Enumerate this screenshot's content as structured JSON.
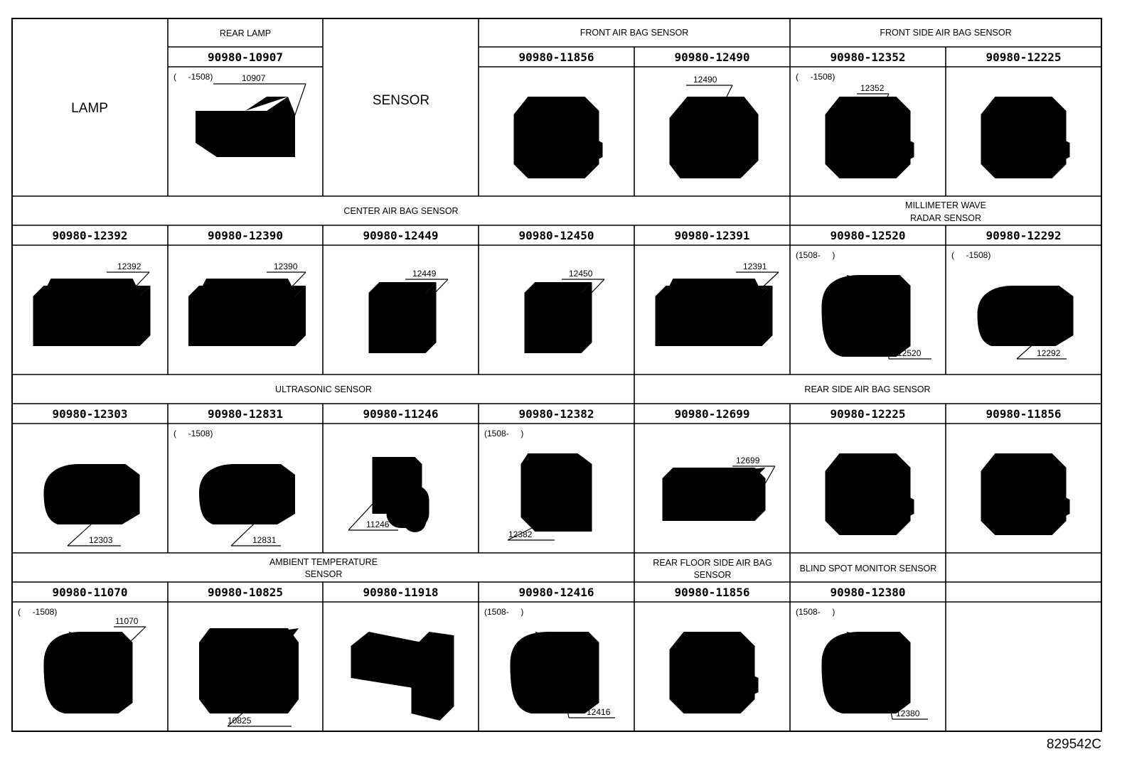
{
  "diagram_id": "829542C",
  "rows": [
    {
      "sections": [
        {
          "title": "LAMP",
          "style": "big"
        },
        {
          "title": "REAR LAMP",
          "style": "small"
        },
        {
          "title": "SENSOR",
          "style": "big"
        },
        {
          "title": "FRONT AIR BAG SENSOR",
          "style": "small"
        },
        {
          "title": "FRONT SIDE AIR BAG SENSOR",
          "style": "small"
        }
      ],
      "cells": [
        {
          "part": "",
          "callout": "",
          "note": ""
        },
        {
          "part": "90980-10907",
          "callout": "10907",
          "note": "(     -1508)"
        },
        {
          "part": "",
          "callout": "",
          "note": ""
        },
        {
          "part": "90980-11856",
          "callout": "",
          "note": ""
        },
        {
          "part": "90980-12490",
          "callout": "12490",
          "note": ""
        },
        {
          "part": "90980-12352",
          "callout": "12352",
          "note": "(     -1508)"
        },
        {
          "part": "90980-12225",
          "callout": "",
          "note": ""
        }
      ]
    },
    {
      "sections": [
        {
          "title": "CENTER AIR BAG SENSOR",
          "style": "small"
        },
        {
          "title": "MILLIMETER WAVE RADAR SENSOR",
          "style": "small"
        }
      ],
      "cells": [
        {
          "part": "90980-12392",
          "callout": "12392",
          "note": ""
        },
        {
          "part": "90980-12390",
          "callout": "12390",
          "note": ""
        },
        {
          "part": "90980-12449",
          "callout": "12449",
          "note": ""
        },
        {
          "part": "90980-12450",
          "callout": "12450",
          "note": ""
        },
        {
          "part": "90980-12391",
          "callout": "12391",
          "note": ""
        },
        {
          "part": "90980-12520",
          "callout": "12520",
          "note": "(1508-     )"
        },
        {
          "part": "90980-12292",
          "callout": "12292",
          "note": "(     -1508)"
        }
      ]
    },
    {
      "sections": [
        {
          "title": "ULTRASONIC SENSOR",
          "style": "small"
        },
        {
          "title": "REAR SIDE AIR BAG SENSOR",
          "style": "small"
        }
      ],
      "cells": [
        {
          "part": "90980-12303",
          "callout": "12303",
          "note": ""
        },
        {
          "part": "90980-12831",
          "callout": "12831",
          "note": "(     -1508)"
        },
        {
          "part": "90980-11246",
          "callout": "11246",
          "note": ""
        },
        {
          "part": "90980-12382",
          "callout": "12382",
          "note": "(1508-     )"
        },
        {
          "part": "90980-12699",
          "callout": "12699",
          "note": ""
        },
        {
          "part": "90980-12225",
          "callout": "",
          "note": ""
        },
        {
          "part": "90980-11856",
          "callout": "",
          "note": ""
        }
      ]
    },
    {
      "sections": [
        {
          "title": "AMBIENT TEMPERATURE SENSOR",
          "style": "small"
        },
        {
          "title": "REAR FLOOR SIDE AIR BAG SENSOR",
          "style": "small"
        },
        {
          "title": "BLIND SPOT MONITOR SENSOR",
          "style": "small"
        },
        {
          "title": "",
          "style": "small"
        }
      ],
      "cells": [
        {
          "part": "90980-11070",
          "callout": "11070",
          "note": "(     -1508)"
        },
        {
          "part": "90980-10825",
          "callout": "10825",
          "note": ""
        },
        {
          "part": "90980-11918",
          "callout": "",
          "note": ""
        },
        {
          "part": "90980-12416",
          "callout": "12416",
          "note": "(1508-     )"
        },
        {
          "part": "90980-11856",
          "callout": "",
          "note": ""
        },
        {
          "part": "90980-12380",
          "callout": "12380",
          "note": "(1508-     )"
        },
        {
          "part": "",
          "callout": "",
          "note": ""
        }
      ]
    }
  ]
}
